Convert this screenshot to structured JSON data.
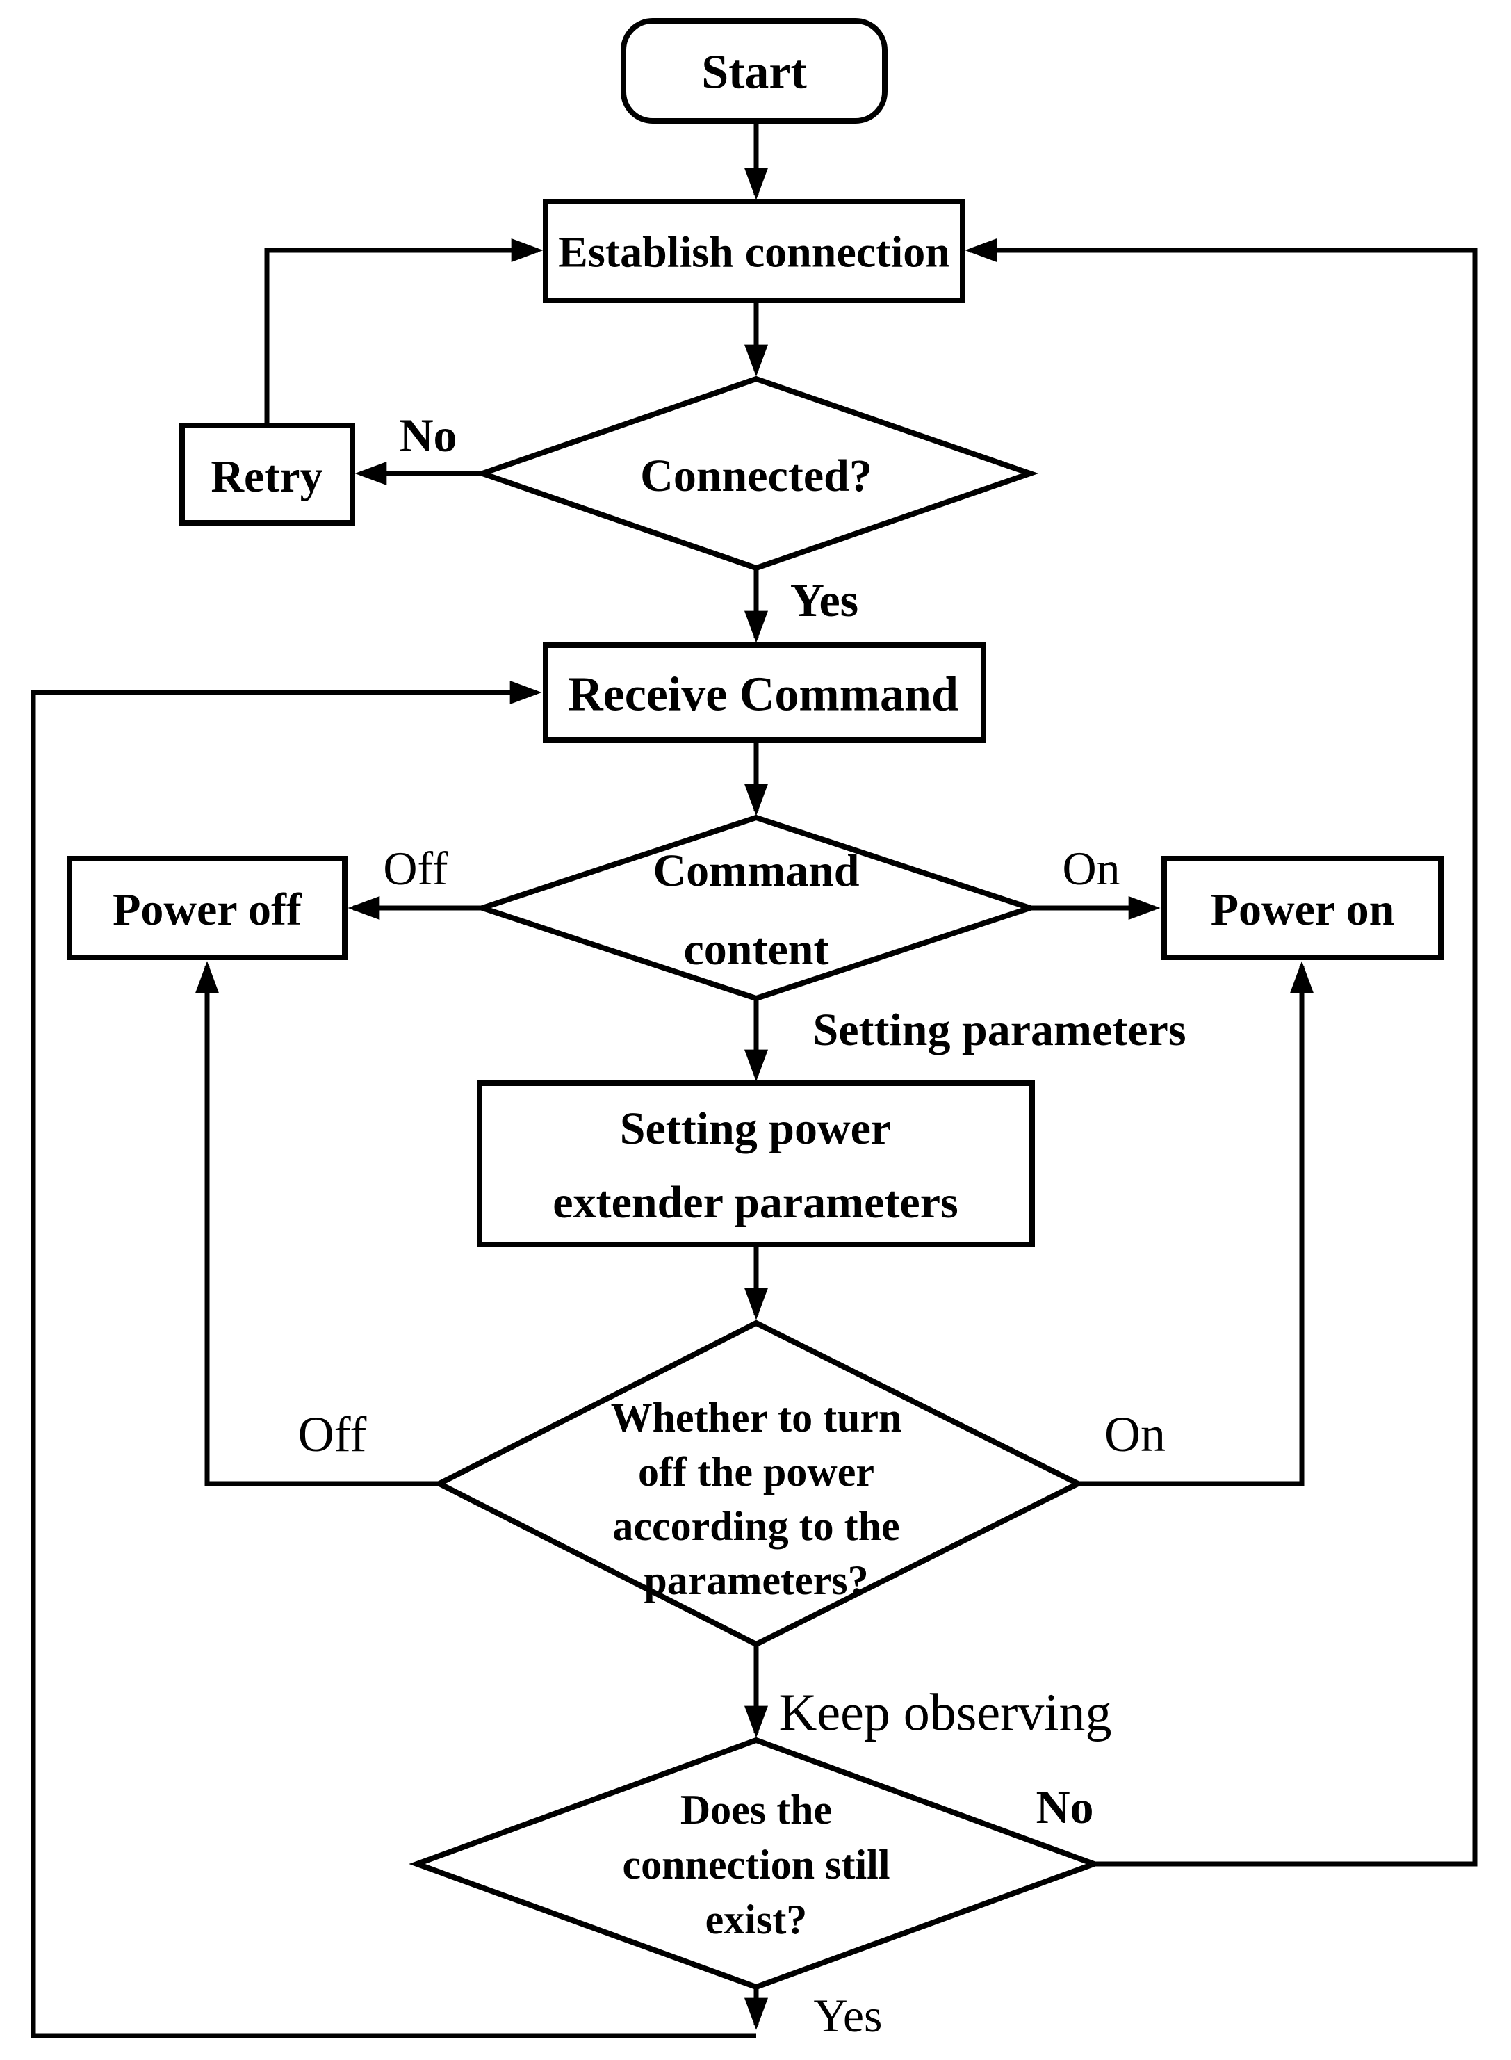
{
  "diagram": {
    "type": "flowchart",
    "colors": {
      "stroke": "#000000",
      "background": "#ffffff",
      "text": "#000000"
    },
    "nodes": {
      "start": {
        "shape": "rounded-rect",
        "label": "Start"
      },
      "establish": {
        "shape": "rect",
        "label": "Establish connection"
      },
      "connected": {
        "shape": "diamond",
        "label": "Connected?"
      },
      "retry": {
        "shape": "rect",
        "label": "Retry"
      },
      "receive": {
        "shape": "rect",
        "label": "Receive Command"
      },
      "command_content": {
        "shape": "diamond",
        "lines": [
          "Command",
          "content"
        ]
      },
      "power_off": {
        "shape": "rect",
        "label": "Power off"
      },
      "power_on": {
        "shape": "rect",
        "label": "Power on"
      },
      "setting_box": {
        "shape": "rect",
        "lines": [
          "Setting power",
          "extender parameters"
        ]
      },
      "whether_turn_off": {
        "shape": "diamond",
        "lines": [
          "Whether to turn",
          "off the power",
          "according to the",
          "parameters?"
        ]
      },
      "connection_exist": {
        "shape": "diamond",
        "lines": [
          "Does the",
          "connection still",
          "exist?"
        ]
      }
    },
    "edge_labels": {
      "no_top": "No",
      "yes_top": "Yes",
      "off_command": "Off",
      "on_command": "On",
      "setting_parameters": "Setting parameters",
      "off_whether": "Off",
      "on_whether": "On",
      "keep_observing": "Keep observing",
      "no_bottom": "No",
      "yes_bottom": "Yes"
    }
  }
}
